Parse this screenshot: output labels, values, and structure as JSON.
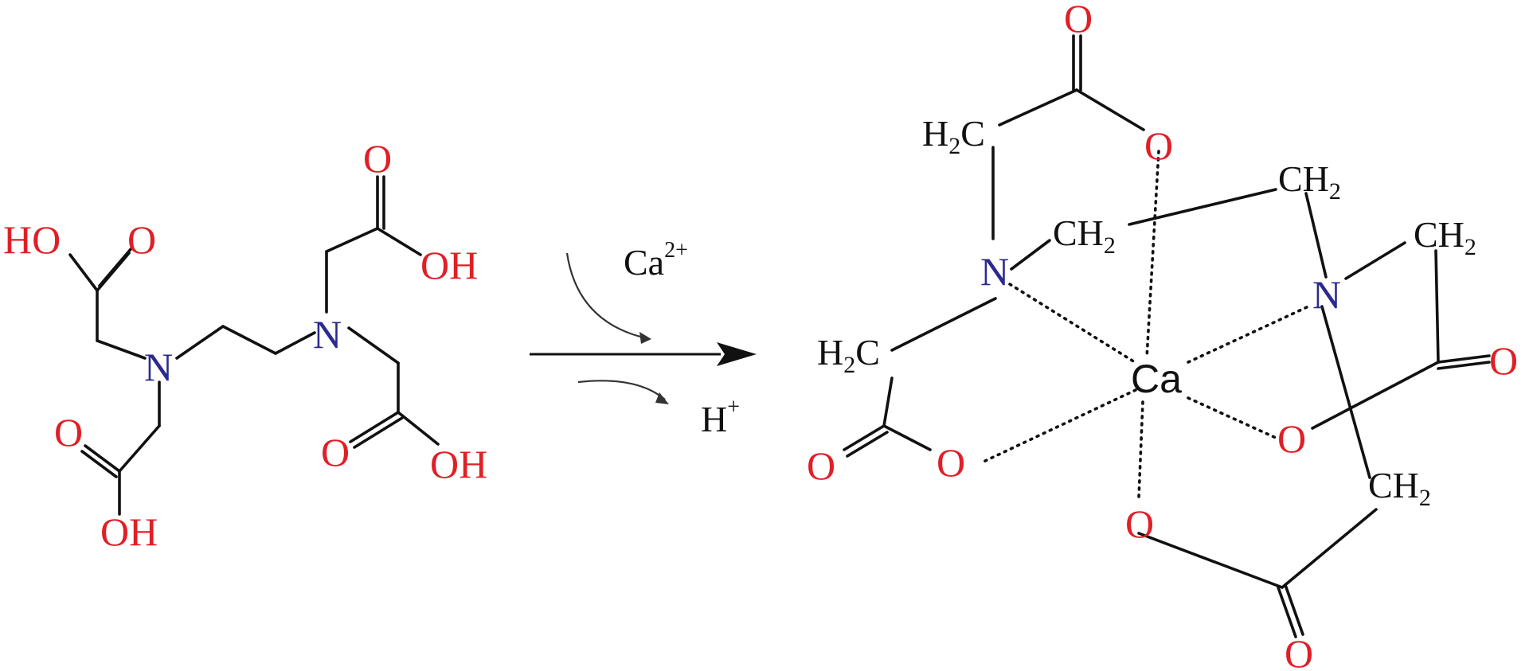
{
  "colors": {
    "oxygen": "#e01f26",
    "nitrogen": "#2b2a8f",
    "bond": "#111111"
  },
  "reactant": {
    "hydroxyl_left_top": "HO",
    "carbonyl_left_top": "O",
    "nitrogen_left": "N",
    "carbonyl_left_bottom": "O",
    "hydroxyl_left_bottom": "OH",
    "carbonyl_right_top": "O",
    "hydroxyl_right_top": "OH",
    "nitrogen_right": "N",
    "carbonyl_right_bottom": "O",
    "hydroxyl_right_bottom": "OH"
  },
  "reaction": {
    "reagent_ion": "Ca",
    "reagent_charge": "2+",
    "released_ion": "H",
    "released_charge": "+"
  },
  "product": {
    "metal": "Ca",
    "group_h2c": "H",
    "group_h2c_sub": "2",
    "group_h2c_c": "C",
    "group_ch2_c": "CH",
    "group_ch2_sub": "2",
    "oxygen": "O",
    "nitrogen": "N"
  }
}
